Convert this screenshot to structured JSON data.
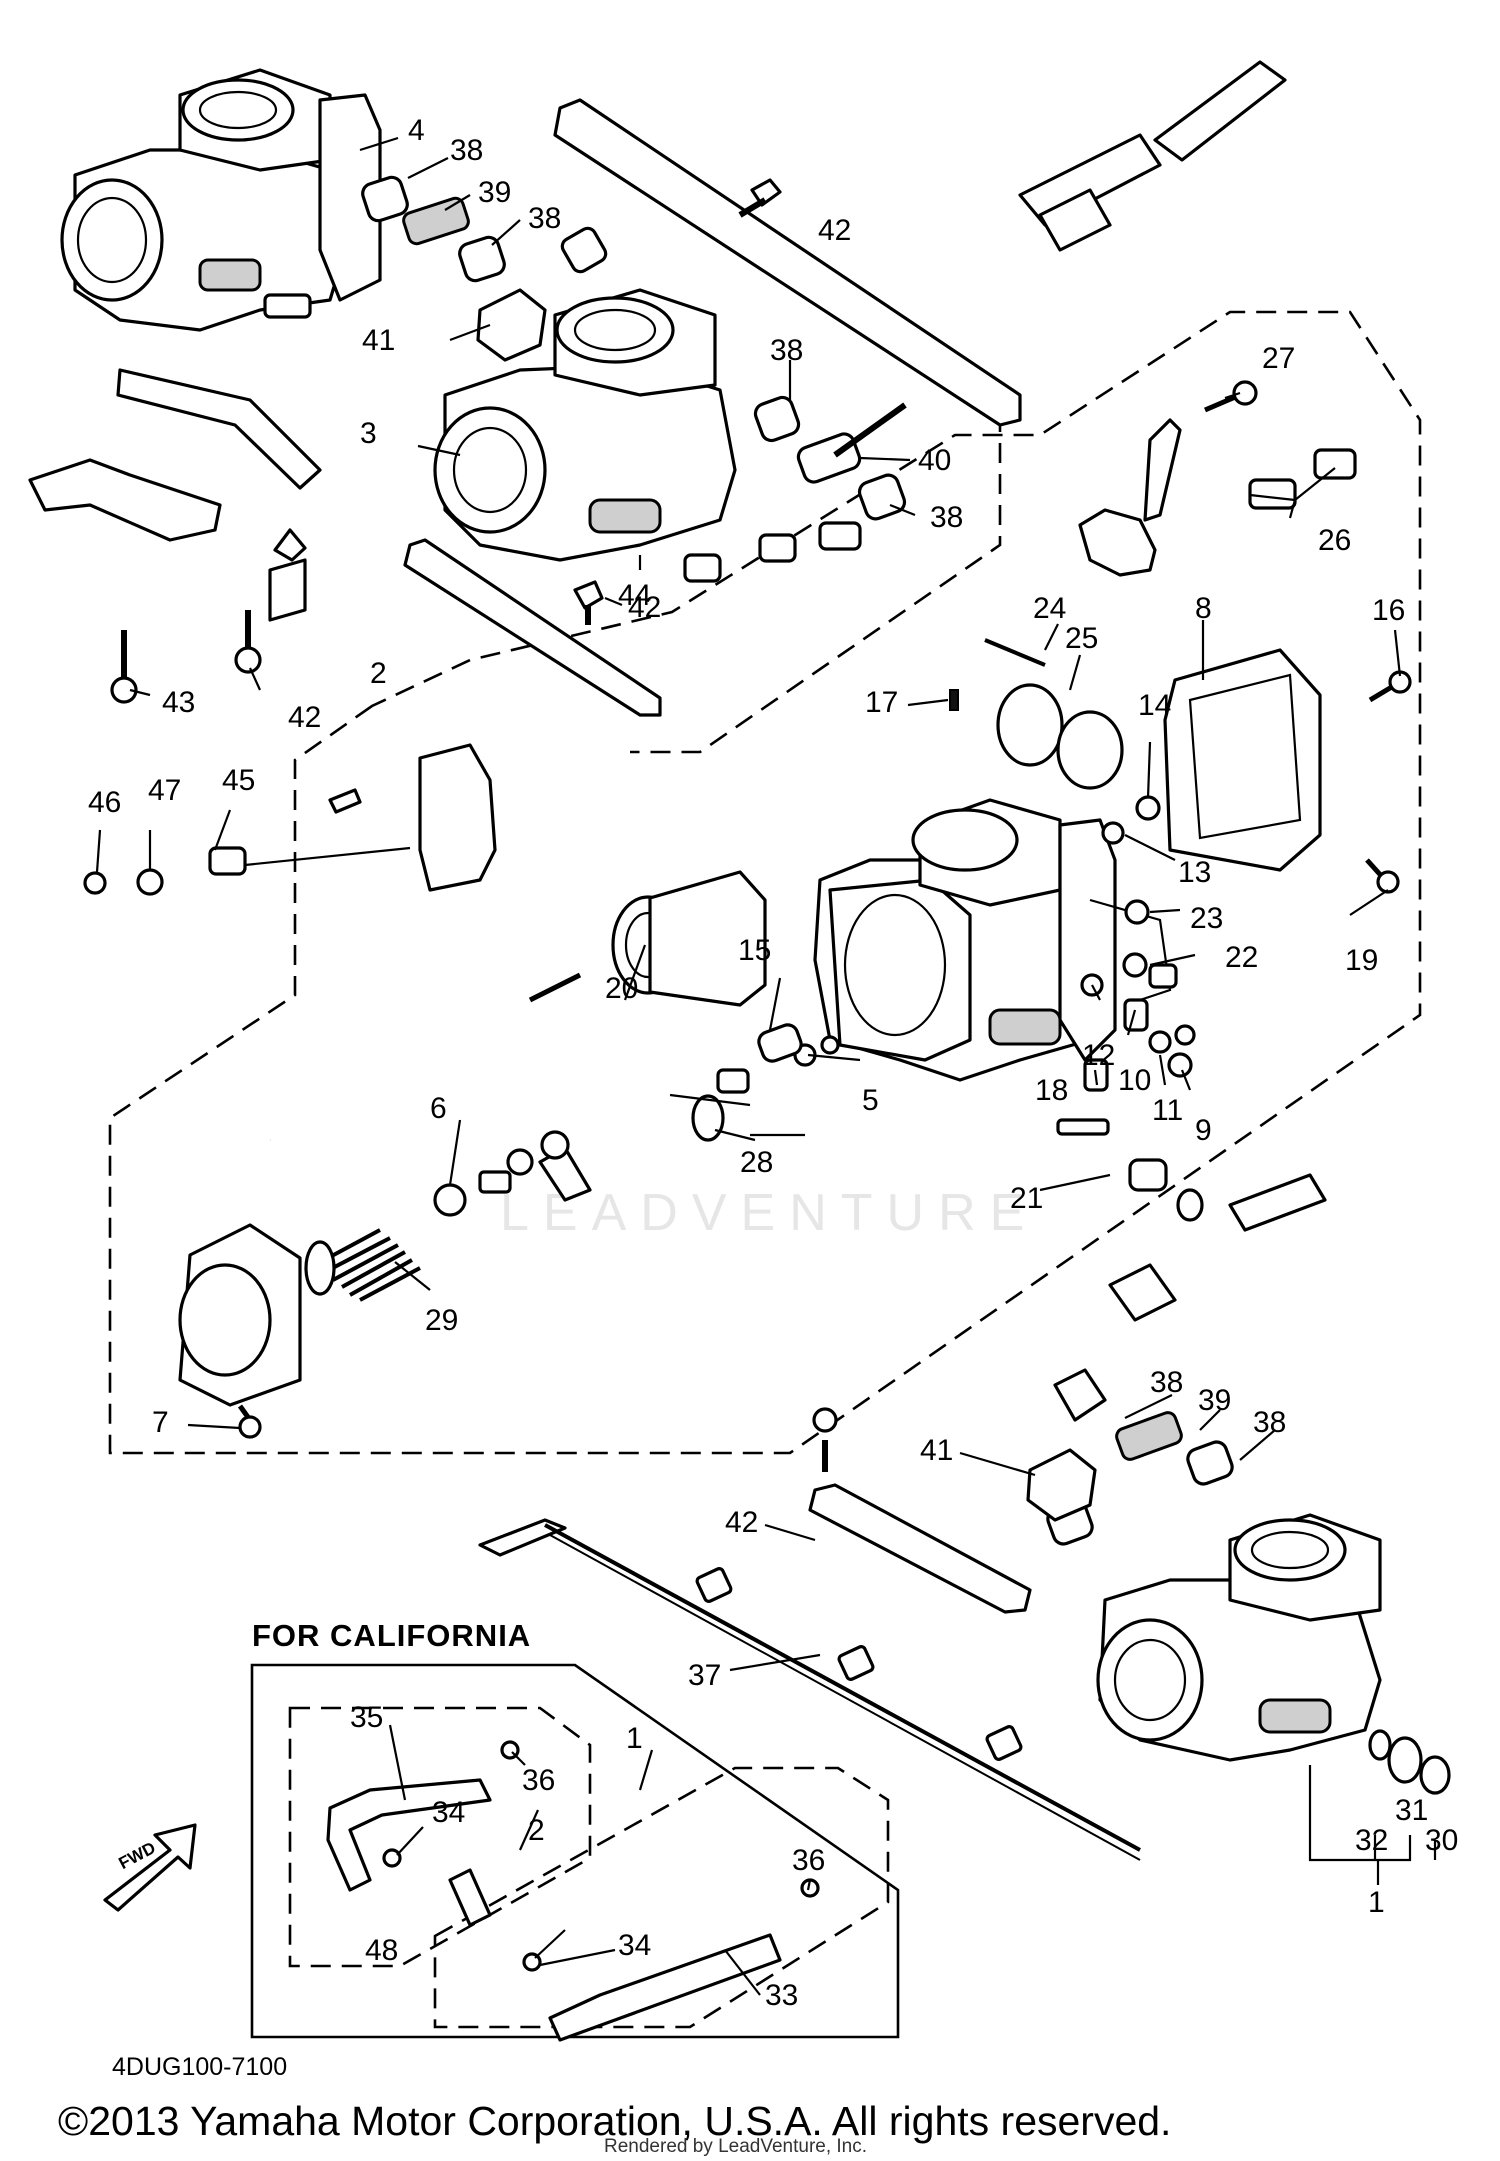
{
  "diagram": {
    "code": "4DUG100-7100",
    "copyright": "©2013 Yamaha Motor Corporation, U.S.A. All rights reserved.",
    "rendered_by": "Rendered by LeadVenture, Inc.",
    "watermark": "LEADVENTURE",
    "section_title": "FOR CALIFORNIA",
    "fwd_marker": "FWD"
  },
  "callouts": [
    {
      "id": "c4",
      "text": "4"
    },
    {
      "id": "c38a",
      "text": "38"
    },
    {
      "id": "c39a",
      "text": "39"
    },
    {
      "id": "c38b",
      "text": "38"
    },
    {
      "id": "c42a",
      "text": "42"
    },
    {
      "id": "c41a",
      "text": "41"
    },
    {
      "id": "c38c",
      "text": "38"
    },
    {
      "id": "c3",
      "text": "3"
    },
    {
      "id": "c40",
      "text": "40"
    },
    {
      "id": "c38d",
      "text": "38"
    },
    {
      "id": "c27",
      "text": "27"
    },
    {
      "id": "c26",
      "text": "26"
    },
    {
      "id": "c42b",
      "text": "42"
    },
    {
      "id": "c44",
      "text": "44"
    },
    {
      "id": "c24",
      "text": "24"
    },
    {
      "id": "c25",
      "text": "25"
    },
    {
      "id": "c8",
      "text": "8"
    },
    {
      "id": "c16",
      "text": "16"
    },
    {
      "id": "c43",
      "text": "43"
    },
    {
      "id": "c42c",
      "text": "42"
    },
    {
      "id": "c2a",
      "text": "2"
    },
    {
      "id": "c17",
      "text": "17"
    },
    {
      "id": "c14",
      "text": "14"
    },
    {
      "id": "c46",
      "text": "46"
    },
    {
      "id": "c47",
      "text": "47"
    },
    {
      "id": "c45",
      "text": "45"
    },
    {
      "id": "c13",
      "text": "13"
    },
    {
      "id": "c23",
      "text": "23"
    },
    {
      "id": "c22",
      "text": "22"
    },
    {
      "id": "c19",
      "text": "19"
    },
    {
      "id": "c15",
      "text": "15"
    },
    {
      "id": "c20",
      "text": "20"
    },
    {
      "id": "c12",
      "text": "12"
    },
    {
      "id": "c10",
      "text": "10"
    },
    {
      "id": "c6",
      "text": "6"
    },
    {
      "id": "c5",
      "text": "5"
    },
    {
      "id": "c18",
      "text": "18"
    },
    {
      "id": "c11",
      "text": "11"
    },
    {
      "id": "c9",
      "text": "9"
    },
    {
      "id": "c21",
      "text": "21"
    },
    {
      "id": "c28",
      "text": "28"
    },
    {
      "id": "c29",
      "text": "29"
    },
    {
      "id": "c7",
      "text": "7"
    },
    {
      "id": "c38e",
      "text": "38"
    },
    {
      "id": "c39b",
      "text": "39"
    },
    {
      "id": "c38f",
      "text": "38"
    },
    {
      "id": "c41b",
      "text": "41"
    },
    {
      "id": "c42d",
      "text": "42"
    },
    {
      "id": "c37",
      "text": "37"
    },
    {
      "id": "c35",
      "text": "35"
    },
    {
      "id": "c36a",
      "text": "36"
    },
    {
      "id": "c34a",
      "text": "34"
    },
    {
      "id": "c2b",
      "text": "2"
    },
    {
      "id": "c1a",
      "text": "1"
    },
    {
      "id": "c36b",
      "text": "36"
    },
    {
      "id": "c34b",
      "text": "34"
    },
    {
      "id": "c48",
      "text": "48"
    },
    {
      "id": "c33",
      "text": "33"
    },
    {
      "id": "c32",
      "text": "32"
    },
    {
      "id": "c31",
      "text": "31"
    },
    {
      "id": "c30",
      "text": "30"
    },
    {
      "id": "c1b",
      "text": "1"
    }
  ]
}
